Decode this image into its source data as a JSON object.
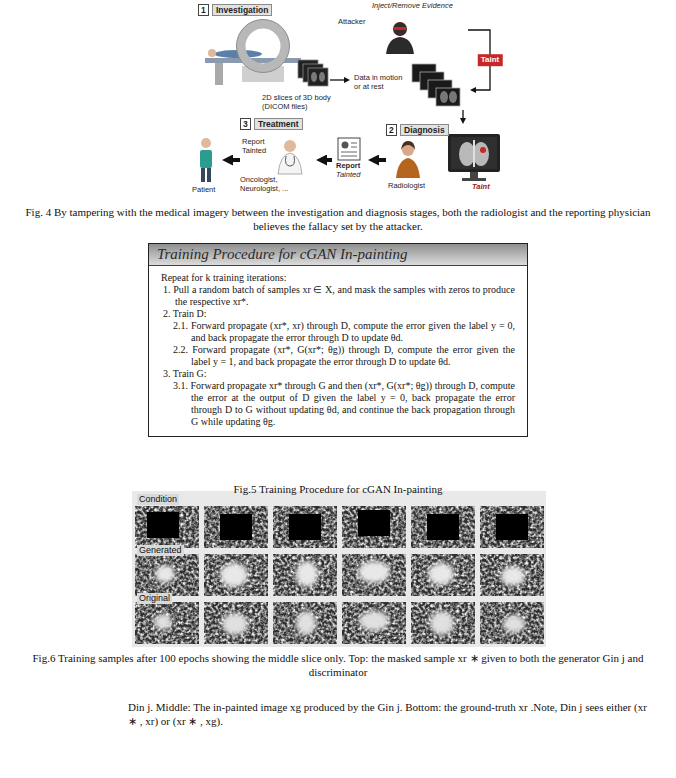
{
  "diagram": {
    "nodes": [
      {
        "text": [
          "1",
          "Investigation"
        ]
      },
      {
        "text": [
          "Inject/Remove Evidence",
          "Attacker"
        ]
      },
      {
        "text": [
          "Data in motion or at rest"
        ]
      },
      {
        "text": [
          "2",
          "Diagnosis",
          "Radiologist"
        ]
      },
      {
        "text": [
          "Report",
          "Tainted"
        ]
      },
      {
        "text": [
          "3",
          "Treatment",
          "Oncologist, Neurologist, ..."
        ]
      },
      {
        "text": [
          "Patient"
        ]
      },
      {
        "text": [
          "Training Procedure for cGAN In-painting",
          "Repeat for k training iterations:",
          "1. Pull a random batch of samples xr ∈ X, and mask the samples with zeros to produce the respective xr*.",
          "2. Train D:",
          "2.1. Forward propagate (xr*, xr) through D, compute the error given the label y = 0, and back propagate the error through D to update θd.",
          "2.2. Forward propagate (xr*, G(xr*; θg)) through D, compute the error given the label y = 1, and back propagate the error through D to update θd.",
          "3. Train G:",
          "3.1. Forward propagate xr* through G and then (xr*, G(xr*; θg)) through D, compute the error at the output of D given the label y = 0, back propagate the error through D to G without updating θd, and continue the back propagation through G while updating θg."
        ]
      }
    ],
    "edges": [
      {
        "from": 0,
        "to": 2,
        "arrow": "to"
      },
      {
        "from": 1,
        "to": 2,
        "label": "Taint",
        "arrow": "to"
      },
      {
        "from": 2,
        "to": 3,
        "arrow": "to"
      },
      {
        "from": 3,
        "to": 4,
        "arrow": "to"
      },
      {
        "from": 4,
        "to": 5,
        "arrow": "to"
      },
      {
        "from": 5,
        "to": 6,
        "arrow": "to"
      }
    ],
    "labels": [
      "2D slices of 3D body (DICOM files)",
      "Taint",
      "Report Tainted",
      "Fig. 4 By tampering with the medical imagery between the investigation and diagnosis stages, both the radiologist and the reporting physician believes the fallacy set by the attacker.",
      "Fig.5 Training Procedure for cGAN In-painting",
      "Condition",
      "Generated",
      "Original",
      "Fig.6 Training samples after 100 epochs showing the middle slice only. Top: the masked sample xr ∗ given to both the generator Gin j and discriminator",
      "Din j. Middle: The in-painted image xg produced by the Gin j. Bottom: the ground-truth xr .Note, Din j sees either (xr ∗ , xr) or (xr ∗ , xg)."
    ]
  }
}
